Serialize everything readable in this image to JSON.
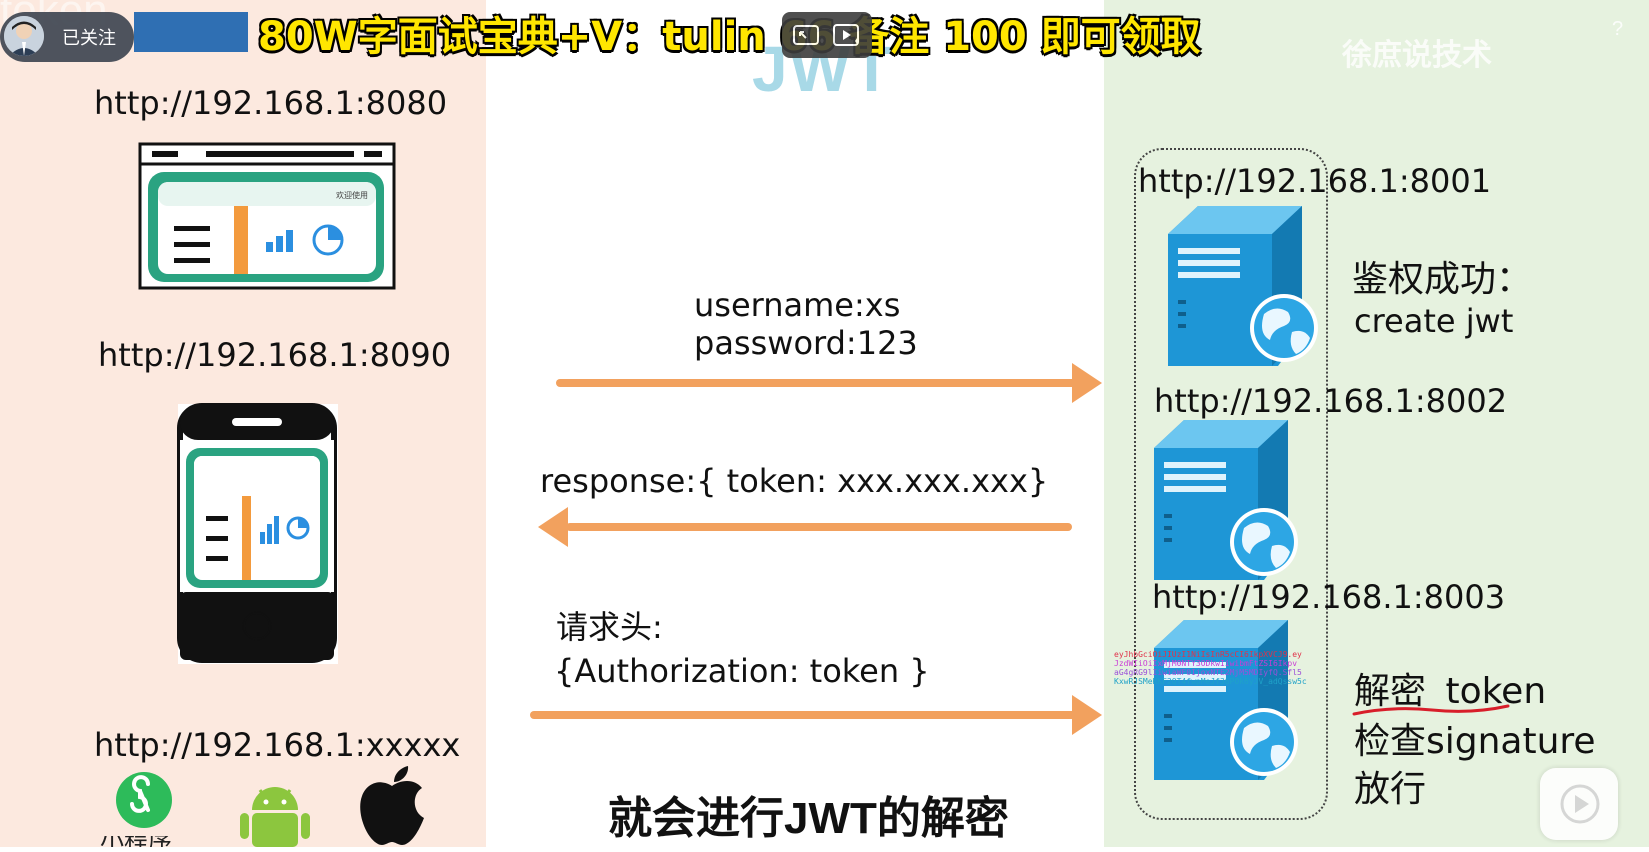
{
  "header": {
    "follow_label": "已关注",
    "watermark_word": "token",
    "banner_title": "80W字面试宝典+V：tulin 66 备注 100 即可领取",
    "faded_title": "JWT",
    "channel_watermark": "徐庶说技术",
    "help_glyph": "?"
  },
  "clients": {
    "web_url": "http://192.168.1:8080",
    "mobile_url": "http://192.168.1:8090",
    "other_url": "http://192.168.1:xxxxx",
    "card_header_text": "欢迎使用",
    "other_platforms": [
      "mini-program-icon",
      "android-icon",
      "apple-icon"
    ],
    "mini_program_caption": "小程序"
  },
  "flow": {
    "login_request": {
      "line1": "username:xs",
      "line2": "password:123"
    },
    "response": "response:{ token: xxx.xxx.xxx}",
    "request_header": {
      "line1": "请求头:",
      "line2": "{Authorization: token }"
    },
    "bottom_caption": "就会进行JWT的解密"
  },
  "servers": [
    {
      "url": "http://192.168.1:8001"
    },
    {
      "url": "http://192.168.1:8002"
    },
    {
      "url": "http://192.168.1:8003"
    }
  ],
  "notes": {
    "auth_success": "鉴权成功：",
    "create_jwt": "create jwt",
    "decrypt_prefix": "解密",
    "decrypt_token": "token",
    "check_signature": "检查signature",
    "allow": "放行"
  },
  "jwt_sample_lines": [
    "eyJhbGciOiJIUzI1NiIsInR5cCI6IkpXVCJ9.ey",
    "JzdWIiOiIxMjM0NTY3ODkwIiwibmFtZSI6Ikpv",
    "aG4gRG9lIiwiaWF0IjoxNTE2MjM5MDIyfQ.Sfl5",
    "KxwRJSMeKKF2QT4fwpMeJf36POk6yJV_adQssw5c"
  ],
  "colors": {
    "left_bg": "#fce9df",
    "right_bg": "#e6f2df",
    "arrow": "#f2a15e",
    "server_blue": "#1e96d6",
    "banner_yellow": "#ffe600",
    "card_green": "#2aa381",
    "card_orange": "#f39a3d"
  }
}
